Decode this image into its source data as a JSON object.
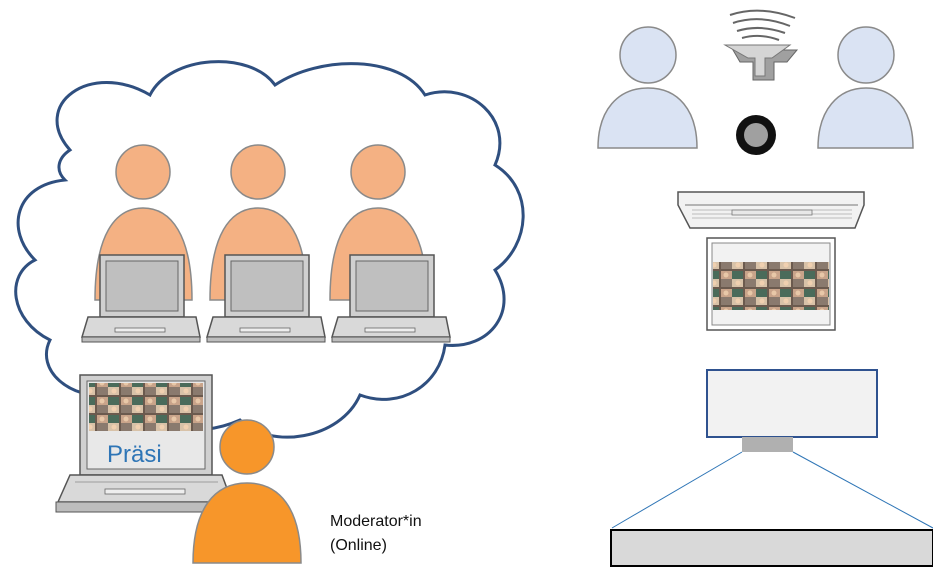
{
  "colors": {
    "cloud_stroke": "#2f4f7f",
    "participant_fill": "#f4b183",
    "moderator_fill": "#f7962a",
    "room_person_fill": "#dae3f3",
    "laptop_gray": "#bfbfbf",
    "text_blue": "#2e75b6",
    "beam_line": "#2e75b6",
    "projector_border": "#2f528f"
  },
  "labels": {
    "presentation": "Präsi",
    "moderator_line1": "Moderator*in",
    "moderator_line2": "(Online)"
  },
  "icons": {
    "participant": "person-icon",
    "laptop": "laptop-icon",
    "speaker": "loudspeaker-icon",
    "microphone": "microphone-icon",
    "projector": "projector-icon"
  },
  "counts": {
    "online_participants": 3,
    "room_participants": 2
  }
}
